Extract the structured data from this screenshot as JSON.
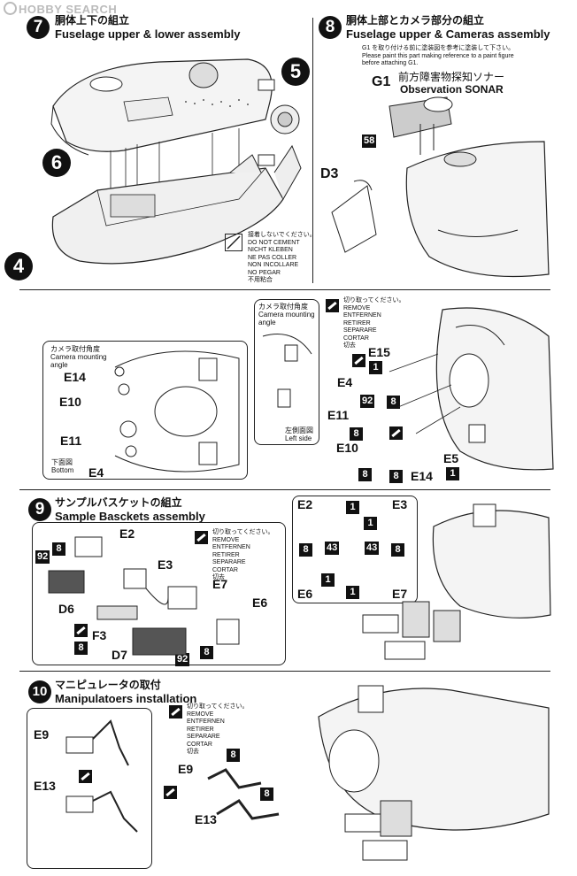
{
  "watermark": "HOBBY SEARCH",
  "steps": {
    "s7": {
      "num": "7",
      "jp": "胴体上下の組立",
      "en": "Fuselage upper & lower assembly"
    },
    "s8": {
      "num": "8",
      "jp": "胴体上部とカメラ部分の組立",
      "en": "Fuselage upper & Cameras assembly"
    },
    "s9": {
      "num": "9",
      "jp": "サンプルバスケットの組立",
      "en": "Sample Basckets assembly"
    },
    "s10": {
      "num": "10",
      "jp": "マニピュレータの取付",
      "en": "Manipulatoers installation"
    }
  },
  "step7": {
    "sub5": "5",
    "sub6": "6",
    "sub4": "4",
    "cement_note": [
      "接着しないでください。",
      "DO NOT CEMENT",
      "NICHT KLEBEN",
      "NE PAS COLLER",
      "NON INCOLLARE",
      "NO PEGAR",
      "不用粘合"
    ]
  },
  "step8": {
    "paint_note": [
      "G1 を取り付ける前に塗装図を参考に塗装して下さい。",
      "Please paint this part making reference to a paint figure",
      "before attaching G1."
    ],
    "sonar_jp": "前方障害物探知ソナー",
    "sonar_en": "Observation SONAR",
    "g1": "G1",
    "d3": "D3",
    "color58": "58"
  },
  "camera": {
    "angle_box": [
      "カメラ取付角度",
      "Camera mounting",
      "angle"
    ],
    "bottom": [
      "下面図",
      "Bottom"
    ],
    "angle_box2": [
      "カメラ取付角度",
      "Camera mounting",
      "angle"
    ],
    "left": [
      "左側面図",
      "Left side"
    ],
    "parts_left": [
      "E14",
      "E10",
      "E11",
      "E4"
    ],
    "parts": [
      "E15",
      "E4",
      "E11",
      "E10",
      "E5",
      "E14"
    ],
    "colors": [
      "92",
      "8",
      "8",
      "8",
      "8",
      "1",
      "1"
    ]
  },
  "remove_note": [
    "切り取ってください。",
    "REMOVE",
    "ENTFERNEN",
    "RETIRER",
    "SEPARARE",
    "CORTAR",
    "切去"
  ],
  "step9": {
    "parts": [
      "E2",
      "E3",
      "E7",
      "E6",
      "D6",
      "F3",
      "D7"
    ],
    "colors": [
      "92",
      "8",
      "8",
      "8",
      "92"
    ],
    "inset_parts": [
      "E2",
      "E3",
      "E6",
      "E7"
    ],
    "inset_colors": [
      "1",
      "1",
      "8",
      "43",
      "43",
      "8",
      "1",
      "1"
    ]
  },
  "step10": {
    "parts_left": [
      "E9",
      "E13"
    ],
    "parts": [
      "E9",
      "E13"
    ],
    "colors": [
      "8",
      "8"
    ]
  }
}
